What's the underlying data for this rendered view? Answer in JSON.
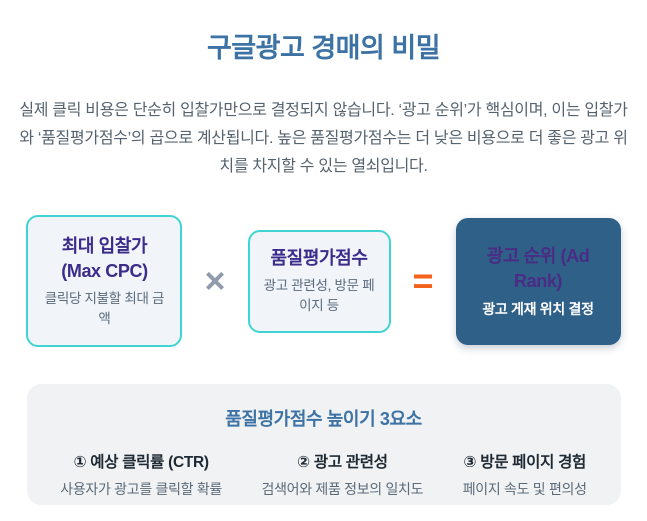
{
  "page": {
    "title": "구글광고 경매의 비밀",
    "intro": "실제 클릭 비용은 단순히 입찰가만으로 결정되지 않습니다. ‘광고 순위’가 핵심이며, 이는 입찰가와 ‘품질평가점수’의 곱으로 계산됩니다. 높은 품질평가점수는 더 낮은 비용으로 더 좋은 광고 위치를 차지할 수 있는 열쇠입니다."
  },
  "formula": {
    "multiply_symbol": "×",
    "equals_symbol": "=",
    "boxes": [
      {
        "title": "최대 입찰가 (Max CPC)",
        "description": "클릭당 지불할 최대 금액",
        "style": "light"
      },
      {
        "title": "품질평가점수",
        "description": "광고 관련성, 방문 페이지 등",
        "style": "light"
      },
      {
        "title": "광고 순위 (Ad Rank)",
        "description": "광고 게재 위치 결정",
        "style": "dark"
      }
    ]
  },
  "factors": {
    "title": "품질평가점수 높이기 3요소",
    "items": [
      {
        "label": "① 예상 클릭률 (CTR)",
        "description": "사용자가 광고를 클릭할 확률"
      },
      {
        "label": "② 광고 관련성",
        "description": "검색어와 제품 정보의 일치도"
      },
      {
        "label": "③ 방문 페이지 경험",
        "description": "페이지 속도 및 편의성"
      }
    ]
  },
  "colors": {
    "heading_blue": "#3c72a4",
    "intro_gray": "#56636f",
    "box_border_cyan": "#3fd4d4",
    "box_bg_light": "#f1f4f9",
    "box_title_indigo": "#3b2b8a",
    "dark_box_bg": "#2f6087",
    "dark_box_title_purple": "#4a2b85",
    "multiply_gray": "#909cac",
    "equals_orange": "#f4621c",
    "panel_bg": "#f0f2f4",
    "factor_label_dark": "#1f2933"
  }
}
